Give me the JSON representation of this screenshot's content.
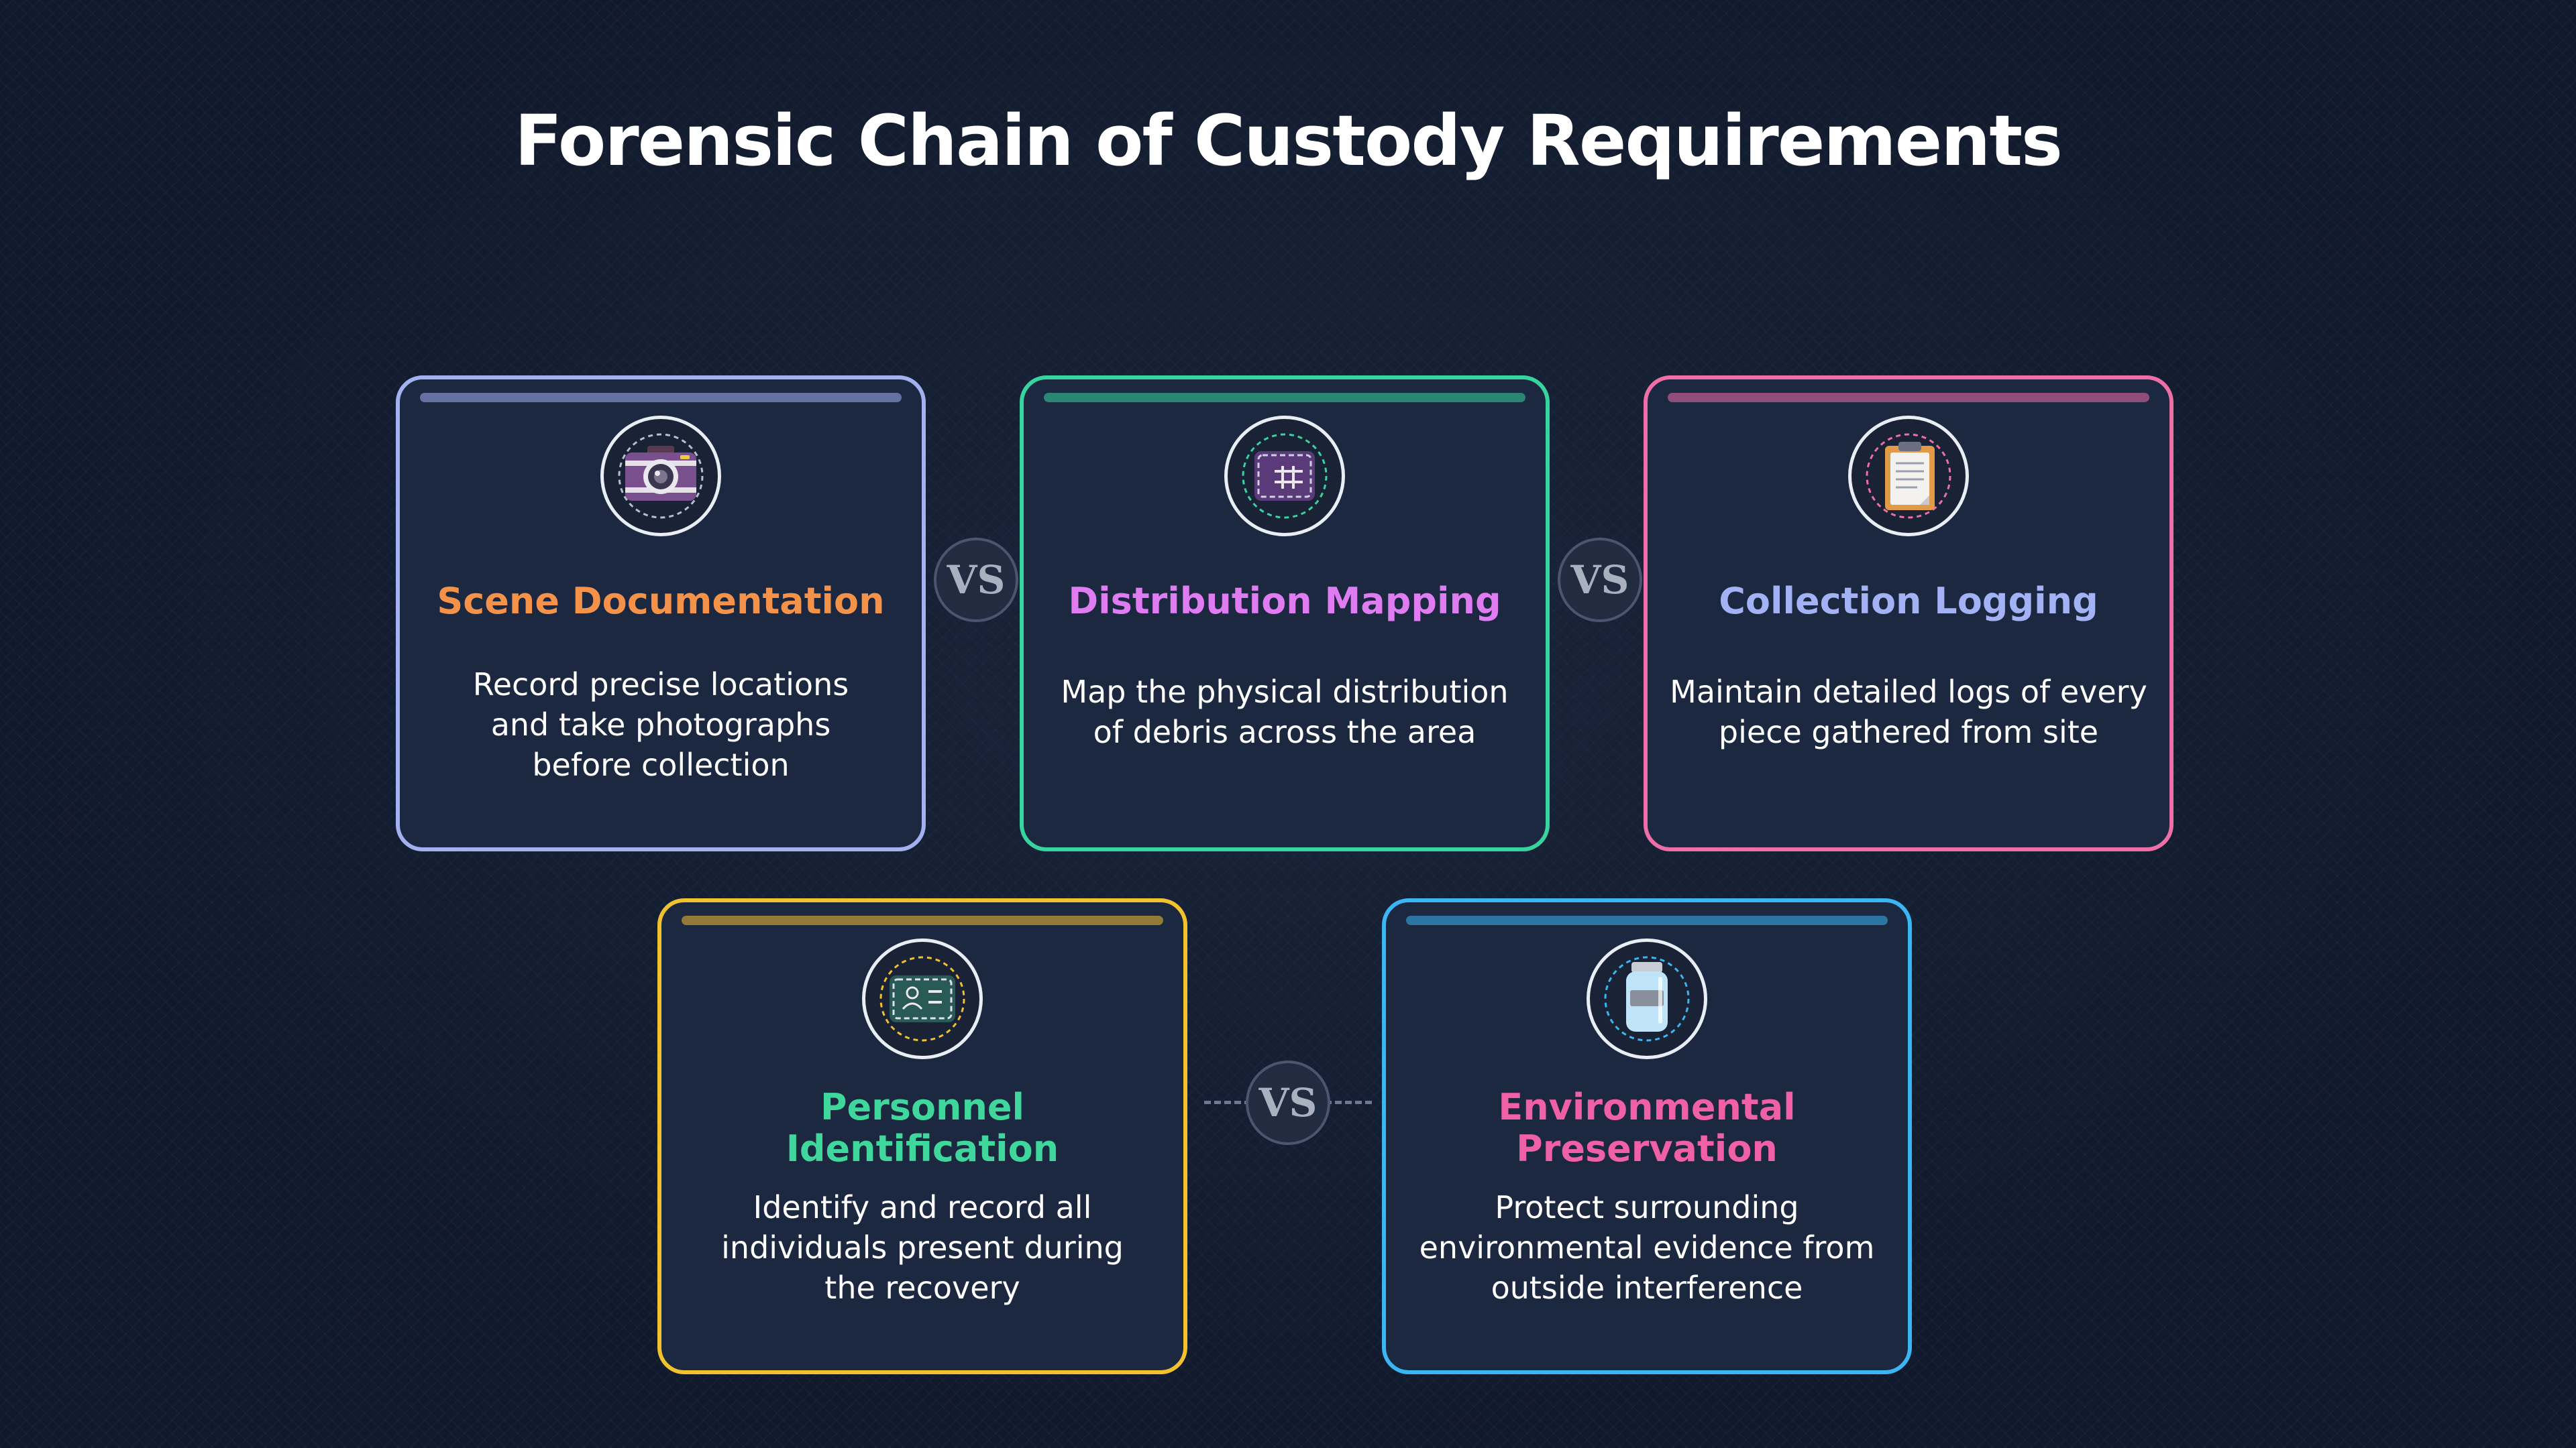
{
  "title": "Forensic Chain of Custody Requirements",
  "vs_label": "VS",
  "cards": [
    {
      "heading": "Scene Documentation",
      "description": "Record precise locations and take photographs before collection",
      "icon": "camera-icon",
      "border_color": "#a3b1f0",
      "heading_color": "#f5924a"
    },
    {
      "heading": "Distribution Mapping",
      "description": "Map the physical distribution of debris across the area",
      "icon": "map-icon",
      "border_color": "#38d4a0",
      "heading_color": "#e07cf2"
    },
    {
      "heading": "Collection Logging",
      "description": "Maintain detailed logs of every piece gathered from site",
      "icon": "clipboard-icon",
      "border_color": "#ee6ea8",
      "heading_color": "#a3b1f5"
    },
    {
      "heading": "Personnel Identification",
      "description": "Identify and record all individuals present during the recovery",
      "icon": "id-card-icon",
      "border_color": "#f2c12e",
      "heading_color": "#3fd79c"
    },
    {
      "heading": "Environmental Preservation",
      "description": "Protect surrounding environmental evidence from outside interference",
      "icon": "jar-icon",
      "border_color": "#3ab6f2",
      "heading_color": "#f060a6"
    }
  ]
}
